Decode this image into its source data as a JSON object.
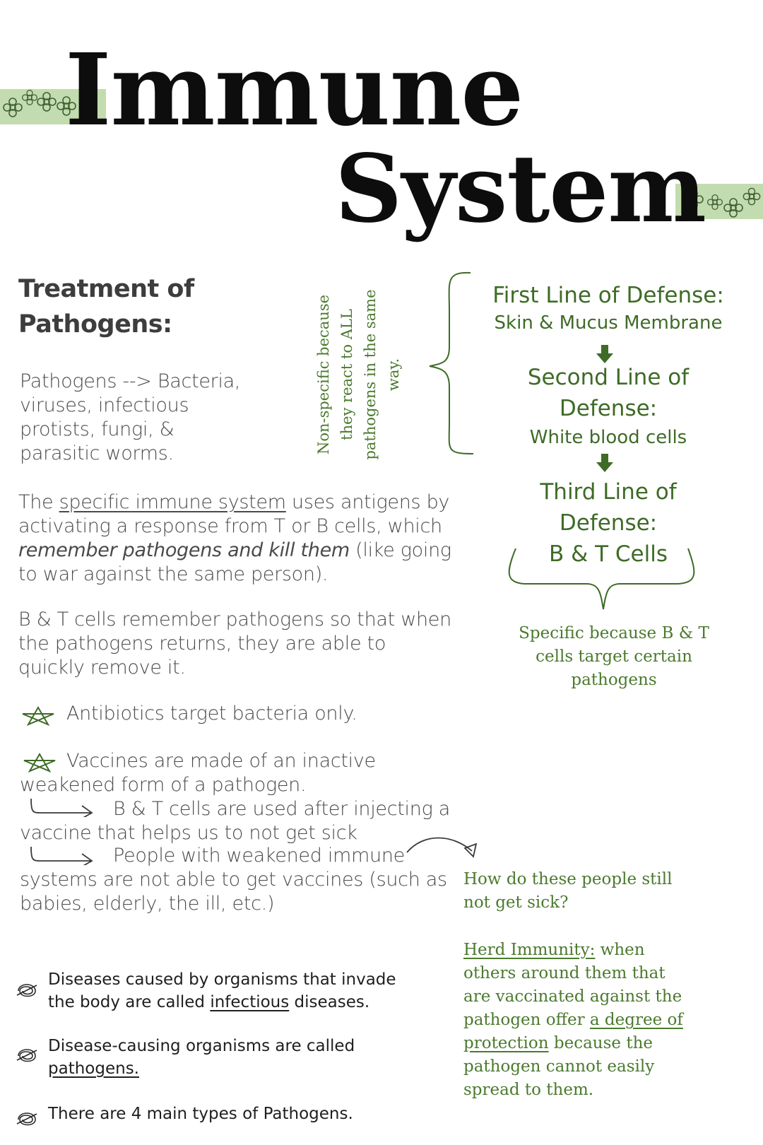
{
  "title": {
    "line1": "Immune",
    "line2": "System"
  },
  "colors": {
    "band": "#c3dcaf",
    "green_text": "#3e6b26",
    "title": "#0d0d0d"
  },
  "left": {
    "heading_line1": "Treatment of",
    "heading_line2": "Pathogens:",
    "pathogens_list": [
      "Pathogens --> Bacteria,",
      "viruses, infectious",
      "protists, fungi, &",
      "parasitic worms."
    ],
    "specific": {
      "l1_a": "The ",
      "l1_u": "specific immune system",
      "l1_b": " uses antigens by",
      "l2": "activating a response from T or B cells, which",
      "l3_i": "remember pathogens and kill them",
      "l3_b": " (like going",
      "l4": "to war against the same person)."
    },
    "remember": [
      "B & T cells remember pathogens so that when",
      "the pathogens returns, they are able to",
      "quickly remove it."
    ],
    "antibiotics": "Antibiotics target bacteria only.",
    "vaccines": {
      "l1": "Vaccines are made of an inactive",
      "l2": "weakened form of a pathogen.",
      "l3": "B & T cells are used after injecting a",
      "l4": "vaccine that helps us to not get sick",
      "l5": "People with weakened immune",
      "l6": "systems are not able to get vaccines (such as",
      "l7": "babies, elderly, the ill, etc.)"
    },
    "bullets": {
      "b1_l1": "Diseases caused by organisms that invade",
      "b1_l2_a": "the body are called ",
      "b1_l2_u": "infectious",
      "b1_l2_b": " diseases.",
      "b2_l1": "Disease-causing organisms are called",
      "b2_l2_u": "pathogens.",
      "b3": "There are 4 main types of Pathogens."
    }
  },
  "nonspecific_note": [
    "Non-specific because",
    "they react to ALL",
    "pathogens in the same",
    "way."
  ],
  "defense": {
    "first_title": "First Line of Defense:",
    "first_sub": "Skin & Mucus Membrane",
    "second_title_l1": "Second Line of",
    "second_title_l2": "Defense:",
    "second_sub": "White blood cells",
    "third_title_l1": "Third Line of",
    "third_title_l2": "Defense:",
    "third_sub": "B & T Cells"
  },
  "specific_note": [
    "Specific because B & T",
    "cells target certain",
    "pathogens"
  ],
  "herd": {
    "question_l1": "How do these people still",
    "question_l2": "not get sick?",
    "l1_u": "Herd Immunity:",
    "l1_b": " when",
    "l2": "others around them that",
    "l3": "are vaccinated against the",
    "l4_a": "pathogen offer ",
    "l4_u": "a degree of",
    "l5_u": "protection",
    "l5_b": " because the",
    "l6": "pathogen cannot easily",
    "l7": "spread to them."
  }
}
